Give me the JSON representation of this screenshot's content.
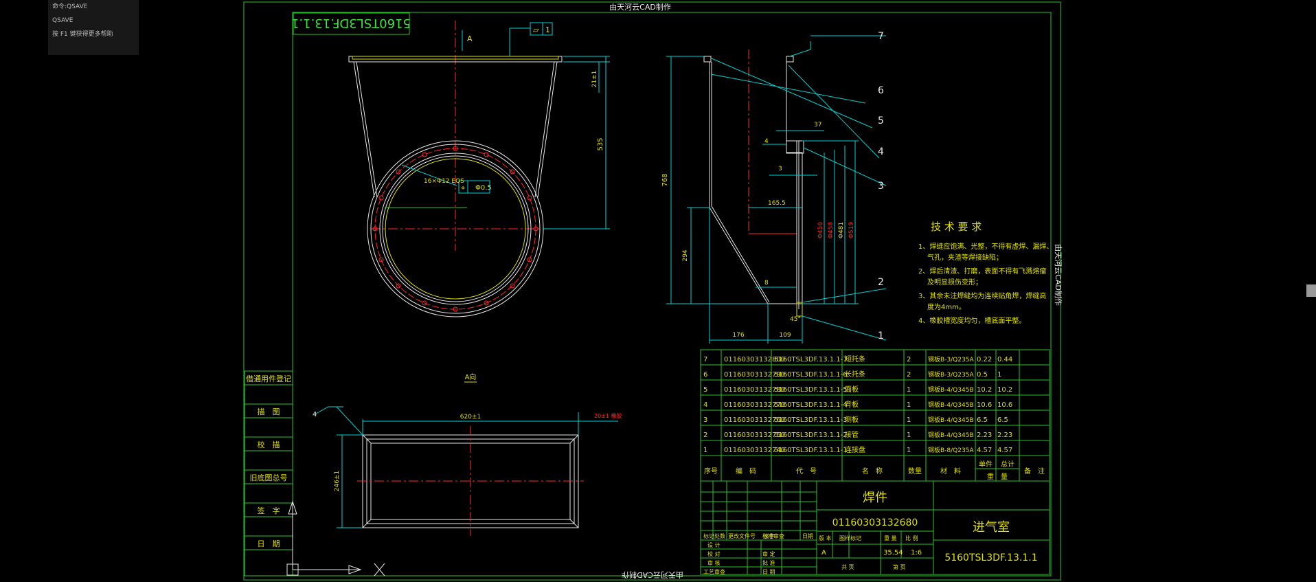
{
  "app": {
    "scale": "1:1"
  },
  "command_history": [
    "命令:QSAVE",
    "QSAVE",
    "按 F1 键获得更多帮助"
  ],
  "colors": {
    "frame": "#27c427",
    "cyan": "#00d2d2",
    "red": "#ff2a2a",
    "white": "#e8e8e8",
    "yellow": "#e0e000",
    "green_text": "#3de33d"
  },
  "watermark": {
    "top": "由天河云CAD制作",
    "bottom": "由天河云CAD制作",
    "side": "由天河云CAD制作"
  },
  "drawing_number_mirrored": "5160TSL3DF.13.1.1",
  "view_label": "A向",
  "callout_a": "A",
  "flatness_value": "1",
  "tech_req": {
    "title": "技 术 要 求",
    "items": [
      "1、焊缝应饱满、光整，不得有虚焊、漏焊、",
      "气孔，夹渣等焊接缺陷；",
      "2、焊后清渣、打磨，表面不得有飞溅熔瘤",
      "及明显损伤变形；",
      "3、其余未注焊缝均为连续贴角焊，焊缝高",
      "度为4mm。",
      "4、橡胶槽宽度均匀，槽底面平整。"
    ]
  },
  "dims": {
    "d535": "535",
    "d21": "21±1",
    "holes": "16×Φ12 EQS",
    "pos_tol": "Φ0.5",
    "d768": "768",
    "d294": "294",
    "d165": "165.5",
    "d37": "37",
    "d4": "4",
    "d3": "3",
    "d8": "8",
    "dia456": "Φ456",
    "dia458": "Φ458",
    "dia481": "Φ481",
    "dia519": "Φ519",
    "d176": "176",
    "d109": "109",
    "d45": "45°",
    "d620": "620±1",
    "d20": "20±1 橡胶",
    "d246": "246±1",
    "weld": "4"
  },
  "balloons": [
    "7",
    "6",
    "5",
    "4",
    "3",
    "2",
    "1"
  ],
  "bom": {
    "rows": [
      {
        "no": "7",
        "code": "01160303132800",
        "part": "5160TSL3DF.13.1.1-7",
        "name": "短托条",
        "qty": "2",
        "mat": "钢板B-3/Q235A",
        "unit": "0.22",
        "total": "0.44"
      },
      {
        "no": "6",
        "code": "01160303132790",
        "part": "5160TSL3DF.13.1.1-6",
        "name": "长托条",
        "qty": "2",
        "mat": "钢板B-3/Q235A",
        "unit": "0.5",
        "total": "1"
      },
      {
        "no": "5",
        "code": "01160303132780",
        "part": "5160TSL3DF.13.1.1-5",
        "name": "面板",
        "qty": "1",
        "mat": "钢板B-4/Q345B",
        "unit": "10.2",
        "total": "10.2"
      },
      {
        "no": "4",
        "code": "01160303132770",
        "part": "5160TSL3DF.13.1.1-4",
        "name": "背板",
        "qty": "1",
        "mat": "钢板B-4/Q345B",
        "unit": "10.6",
        "total": "10.6"
      },
      {
        "no": "3",
        "code": "01160303132760",
        "part": "5160TSL3DF.13.1.1-3",
        "name": "侧板",
        "qty": "1",
        "mat": "钢板B-4/Q345B",
        "unit": "6.5",
        "total": "6.5"
      },
      {
        "no": "2",
        "code": "01160303132750",
        "part": "5160TSL3DF.13.1.1-2",
        "name": "接管",
        "qty": "1",
        "mat": "钢板B-4/Q345B",
        "unit": "2.23",
        "total": "2.23"
      },
      {
        "no": "1",
        "code": "01160303132740",
        "part": "5160TSL3DF.13.1.1-1",
        "name": "连接盘",
        "qty": "1",
        "mat": "钢板B-8/Q235A",
        "unit": "4.57",
        "total": "4.57"
      }
    ],
    "headers": {
      "no": "序号",
      "code": "编　码",
      "part": "代　号",
      "name": "名　称",
      "qty": "数量",
      "mat": "材　料",
      "unit": "单件",
      "total": "总计",
      "weight": "重　量",
      "remark": "备　注"
    }
  },
  "title_block": {
    "kind": "焊件",
    "code": "01160303132680",
    "name": "进气室",
    "drawing_no": "5160TSL3DF.13.1.1",
    "mark": "标记",
    "count": "处数",
    "file": "更改文件号",
    "sign": "签字",
    "date": "日期",
    "design": "设 计",
    "check": "校 对",
    "review": "审 核",
    "process": "工艺审查",
    "std": "标准审查",
    "audit": "审 定",
    "approve": "批 准",
    "date2": "日 期",
    "ver": "版 本",
    "stage": "图样标记",
    "weight": "重 量",
    "ratio": "比 例",
    "ver_val": "A",
    "weight_val": "35.54",
    "ratio_val": "1:6",
    "total_sheets": "共 页",
    "sheet": "第 页"
  },
  "side_block": [
    "借通用件登记",
    "描　图",
    "校　描",
    "旧底图总号",
    "签　字",
    "日　期"
  ]
}
